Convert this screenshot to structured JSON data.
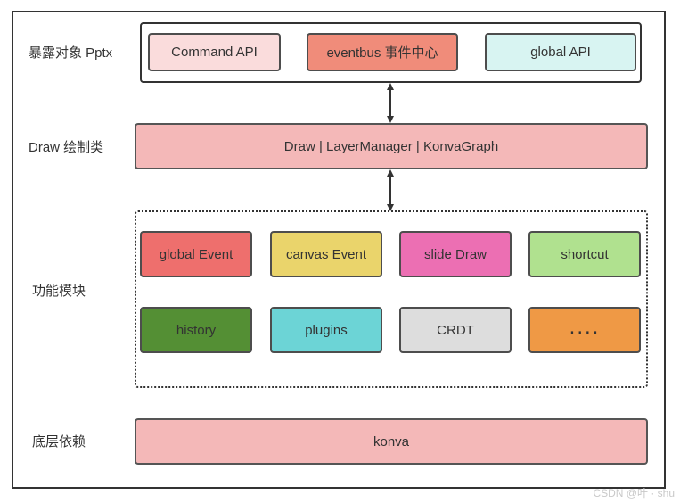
{
  "rows": {
    "api": {
      "label": "暴露对象 Pptx"
    },
    "draw": {
      "label": "Draw 绘制类"
    },
    "modules": {
      "label": "功能模块"
    },
    "deps": {
      "label": "底层依赖"
    }
  },
  "api_boxes": [
    {
      "label": "Command API",
      "color": "#fadcdc"
    },
    {
      "label": "eventbus 事件中心",
      "color": "#f08c7a"
    },
    {
      "label": "global API",
      "color": "#d8f4f2"
    }
  ],
  "draw_box": {
    "label": "Draw  |  LayerManager  |  KonvaGraph",
    "color": "#f4b8b8"
  },
  "module_boxes": [
    {
      "label": "global Event",
      "color": "#ee6f6d"
    },
    {
      "label": "canvas Event",
      "color": "#ead46b"
    },
    {
      "label": "slide Draw",
      "color": "#ec6fb3"
    },
    {
      "label": "shortcut",
      "color": "#b0e18f"
    },
    {
      "label": "history",
      "color": "#548f34"
    },
    {
      "label": "plugins",
      "color": "#6cd4d6"
    },
    {
      "label": "CRDT",
      "color": "#dddddd"
    },
    {
      "label": "....",
      "color": "#ef9945"
    }
  ],
  "deps_box": {
    "label": "konva",
    "color": "#f4b8b8"
  },
  "watermark": "CSDN @叶 · shu"
}
